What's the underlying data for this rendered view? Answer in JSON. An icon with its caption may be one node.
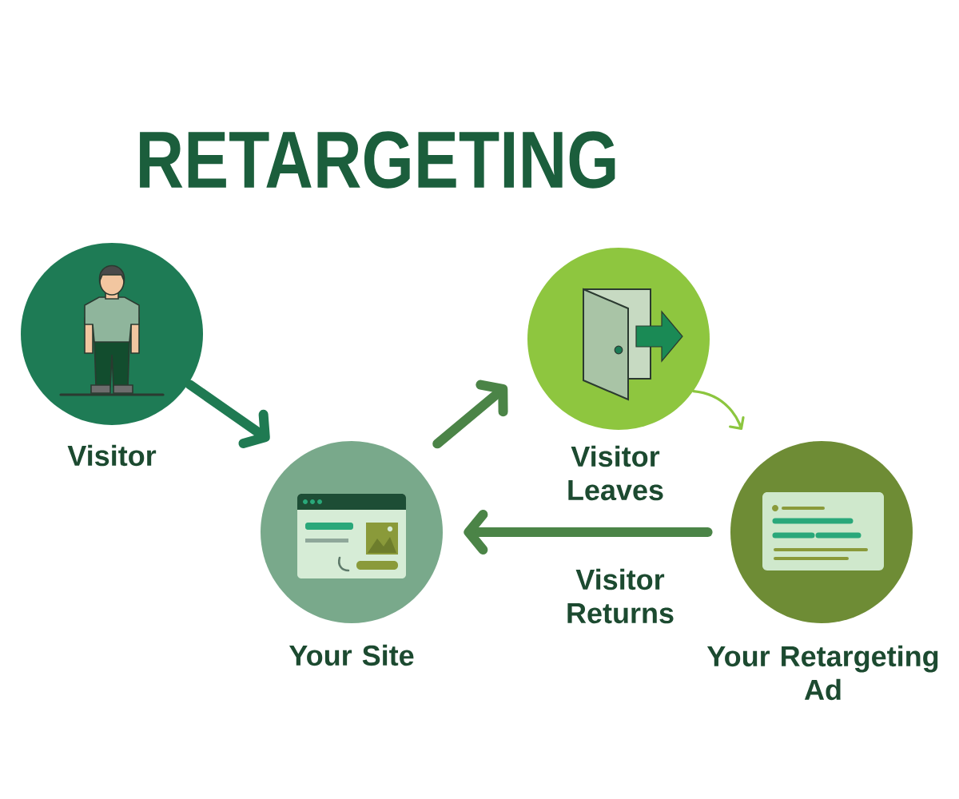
{
  "diagram": {
    "title": "RETARGETING",
    "nodes": [
      {
        "text": [
          "Visitor"
        ]
      },
      {
        "text": [
          "Your Site"
        ]
      },
      {
        "text": [
          "Visitor Leaves"
        ]
      },
      {
        "text": [
          "Your Retargeting Ad"
        ]
      }
    ],
    "edges": [
      {
        "from": 0,
        "to": 1,
        "arrow": "to",
        "color": "#1f7a52"
      },
      {
        "from": 1,
        "to": 2,
        "arrow": "to"
      },
      {
        "from": 2,
        "to": 3,
        "arrow": "to",
        "color": "#8cc63f"
      },
      {
        "from": 3,
        "to": 1,
        "arrow": "to",
        "label": "Visitor Returns"
      }
    ]
  }
}
